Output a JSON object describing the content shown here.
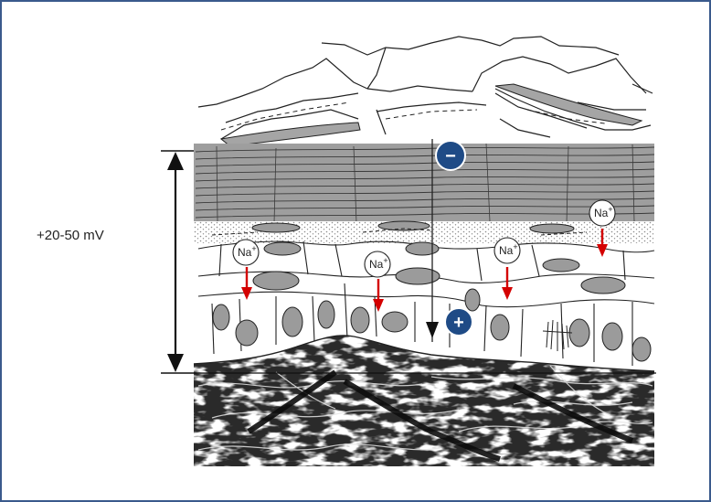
{
  "voltage_label": "+20-50 mV",
  "ion_label": "Na",
  "ion_charge": "+",
  "negative_sign": "−",
  "positive_sign": "+",
  "colors": {
    "frame_border": "#3a5a8c",
    "charge_marker": "#1f4b86",
    "current_arrow": "#d40000",
    "stratum_corneum": "#9e9e9e",
    "nucleus": "#9b9b9b",
    "dermis": "#2a2a2a"
  },
  "icons": {
    "voltage_arrow": "double-headed-vertical-arrow",
    "negative_marker": "minus-circle",
    "positive_marker": "plus-circle"
  }
}
